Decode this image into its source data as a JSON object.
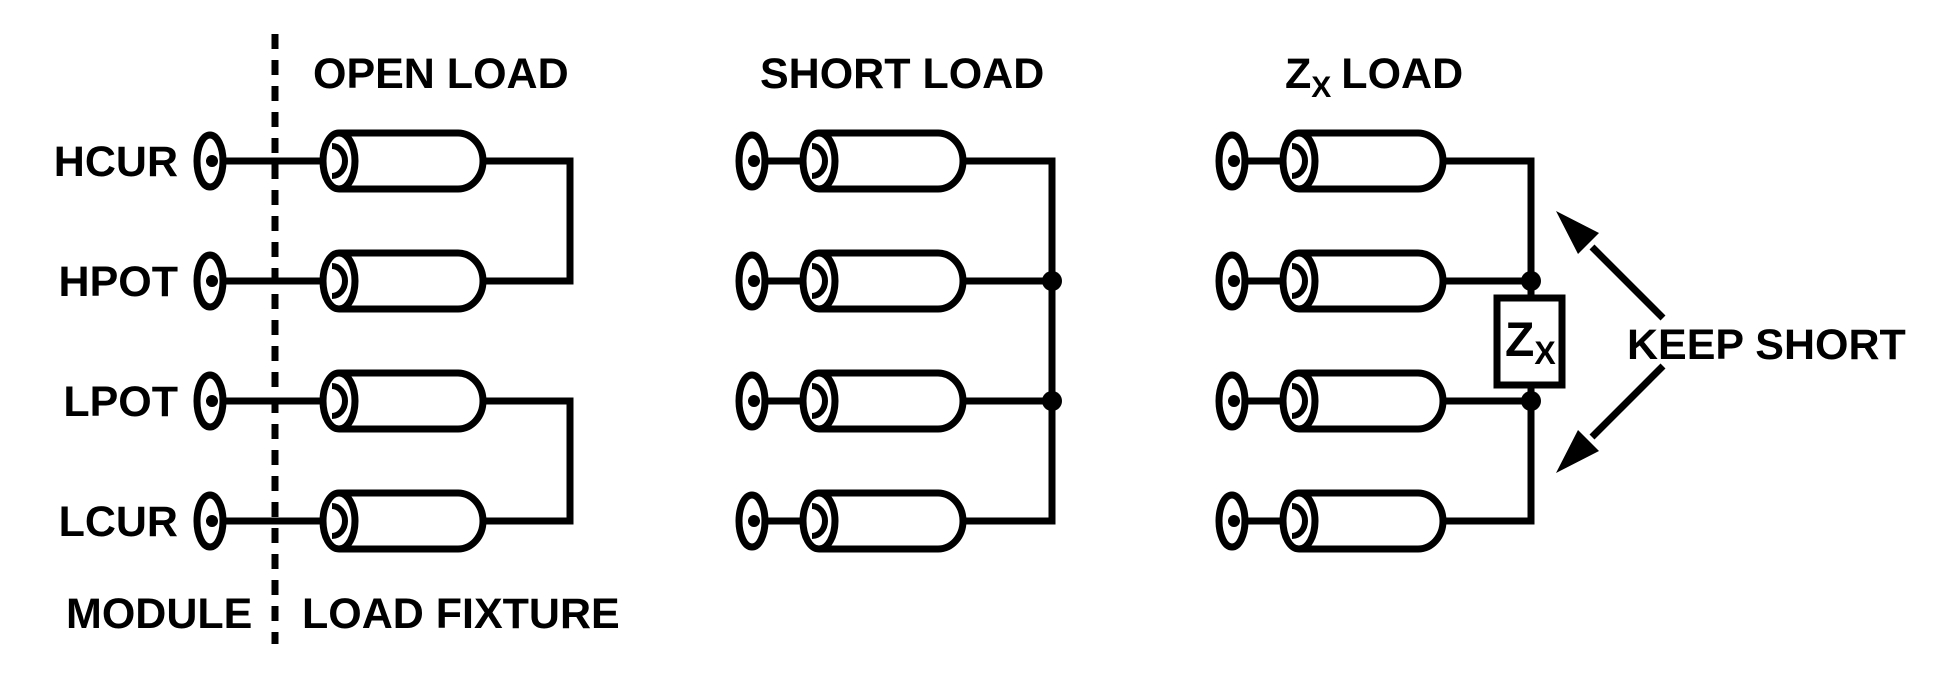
{
  "canvas": {
    "background": "#ffffff",
    "ink": "#000000"
  },
  "module": {
    "region_label": "MODULE",
    "terminals": [
      {
        "label": "HCUR"
      },
      {
        "label": "HPOT"
      },
      {
        "label": "LPOT"
      },
      {
        "label": "LCUR"
      }
    ]
  },
  "fixture": {
    "region_label": "LOAD FIXTURE"
  },
  "sections": {
    "open": {
      "title": "OPEN LOAD"
    },
    "short": {
      "title": "SHORT LOAD"
    },
    "zx": {
      "title_pre": "Z",
      "title_sub": "X",
      "title_post": "LOAD"
    }
  },
  "impedance_box": {
    "label_pre": "Z",
    "label_sub": "X"
  },
  "annotation": {
    "label": "KEEP SHORT"
  },
  "icons": {
    "connector": "coax-connector",
    "cable": "coax-cable",
    "junction": "junction-dot",
    "arrow": "pointer-arrow"
  }
}
